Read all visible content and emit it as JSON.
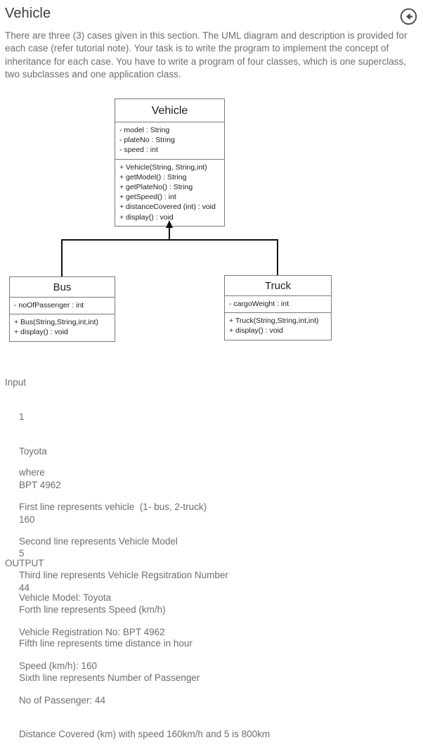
{
  "header": {
    "title": "Vehicle",
    "back_icon": "back-circle-arrow-icon"
  },
  "intro": {
    "text": "There are three (3) cases given in this section. The UML diagram and description is provided for each case (refer tutorial note). Your task is to write the program to implement the concept of inheritance for each case. You have to write a program of four classes, which is one superclass, two subclasses and one application class."
  },
  "uml": {
    "relationship": "inheritance",
    "superclass": {
      "name": "Vehicle",
      "attributes": [
        "- model : String",
        "- plateNo : String",
        "- speed : int"
      ],
      "methods": [
        "+ Vehicle(String, String,int)",
        "+ getModel() : String",
        "+ getPlateNo() : String",
        "+ getSpeed() : int",
        "+ distanceCovered (int) : void",
        "+ display() : void"
      ]
    },
    "subclasses": [
      {
        "name": "Bus",
        "attributes": [
          "- noOfPassenger : int"
        ],
        "methods": [
          "+ Bus(String,String,int,int)",
          "+ display() : void"
        ]
      },
      {
        "name": "Truck",
        "attributes": [
          "- cargoWeight : int"
        ],
        "methods": [
          "+ Truck(String,String,int,int)",
          "+ display() : void"
        ]
      }
    ]
  },
  "input": {
    "heading": "Input",
    "lines": [
      "1",
      "Toyota",
      "BPT 4962",
      "160",
      "5",
      "44"
    ]
  },
  "where": {
    "heading": "where",
    "lines": [
      "First line represents vehicle  (1- bus, 2-truck)",
      "Second line represents Vehicle Model",
      "Third line represents Vehicle Regsitration Number",
      "Forth line represents Speed (km/h)",
      "Fifth line represents time distance in hour",
      "Sixth line represents Number of Passenger"
    ]
  },
  "output": {
    "heading": "OUTPUT",
    "lines": [
      "Vehicle Model: Toyota",
      "Vehicle Registration No: BPT 4962",
      "Speed (km/h): 160",
      "No of Passenger: 44",
      "Distance Covered (km) with speed 160km/h and 5 is 800km"
    ]
  },
  "colors": {
    "title_text": "#3c3c3c",
    "body_text": "#6e6e6e",
    "diagram_border": "#7a7a7a",
    "connector": "#111111"
  }
}
